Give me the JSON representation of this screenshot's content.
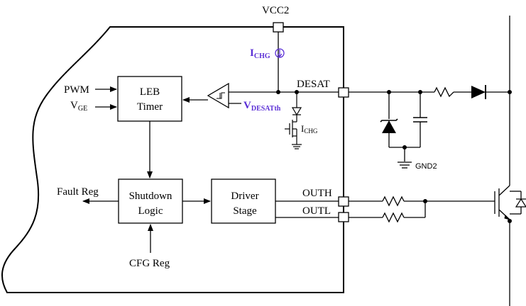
{
  "labels": {
    "vcc2": "VCC2",
    "ichg_main": "I",
    "ichg_main_sub": "CHG",
    "desat": "DESAT",
    "pwm": "PWM",
    "vge": "V",
    "vge_sub": "GE",
    "leb_line1": "LEB",
    "leb_line2": "Timer",
    "vdesat": "V",
    "vdesat_sub": "DESATth",
    "ichg_small": "I",
    "ichg_small_sub": "CHG",
    "gnd2": "GND2",
    "fault_reg": "Fault Reg",
    "shutdown_line1": "Shutdown",
    "shutdown_line2": "Logic",
    "driver_line1": "Driver",
    "driver_line2": "Stage",
    "outh": "OUTH",
    "outl": "OUTL",
    "cfg_reg": "CFG Reg"
  },
  "colors": {
    "line": "#000000",
    "accent": "#5b2fd6"
  }
}
